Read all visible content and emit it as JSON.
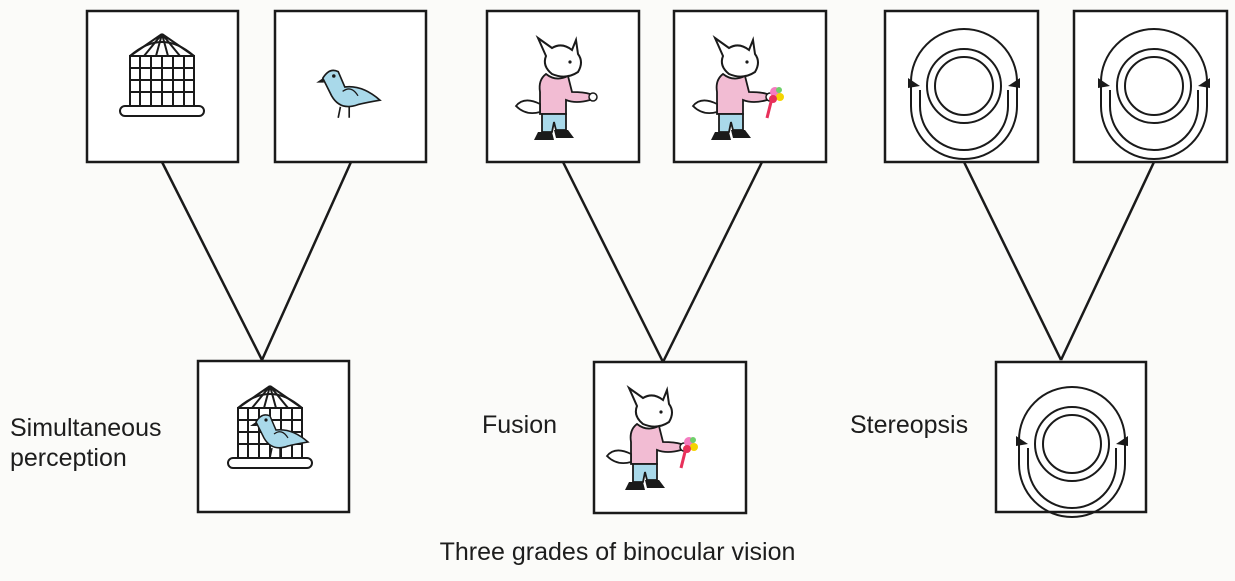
{
  "caption": "Three grades of binocular vision",
  "grades": [
    {
      "label": "Simultaneous\nperception",
      "left_image": "birdcage-icon",
      "right_image": "bird-icon",
      "combined_image": "bird-in-cage-icon"
    },
    {
      "label": "Fusion",
      "left_image": "cartoon-figure-icon",
      "right_image": "cartoon-figure-with-flowers-icon",
      "combined_image": "fused-cartoon-figure-icon"
    },
    {
      "label": "Stereopsis",
      "left_image": "ring-target-left-icon",
      "right_image": "ring-target-right-icon",
      "combined_image": "ring-target-fused-icon"
    }
  ],
  "colors": {
    "line": "#1a1a1a",
    "bird": "#a9d9ea",
    "shirt": "#f2bcd3",
    "trousers": "#a9d9ea",
    "flowers": "#e8305a"
  }
}
